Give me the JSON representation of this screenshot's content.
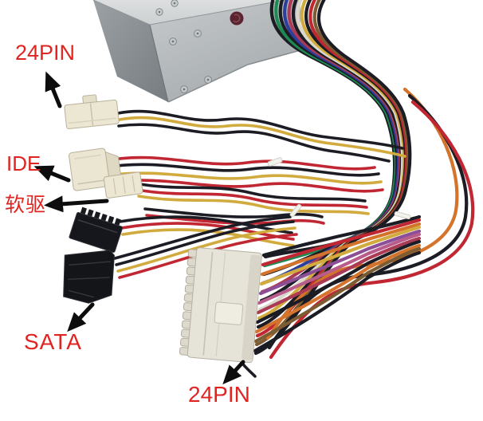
{
  "scene": {
    "description": "Photograph of a gray ATX power supply unit seen from a low front-left angle. A harness of multicolored wires flows from the top right down to several cable connectors, each annotated with a red label and a black arrow.",
    "background_color": "#ffffff"
  },
  "annotations": {
    "label_color": "#e02421",
    "arrow_color": "#0d0d0d",
    "labels": [
      {
        "id": "pin24-top",
        "text": "24PIN",
        "points_to": "small white 4-pin connector"
      },
      {
        "id": "ide",
        "text": "IDE",
        "points_to": "white molex IDE connector"
      },
      {
        "id": "floppy",
        "text": "软驱",
        "points_to": "small white floppy connector"
      },
      {
        "id": "sata",
        "text": "SATA",
        "points_to": "black SATA power connectors"
      },
      {
        "id": "pin24-bottom",
        "text": "24PIN",
        "points_to": "large white 24-pin ATX connector"
      }
    ]
  },
  "psu": {
    "top_face_color": "#d6d8d9",
    "front_face_color": "#b2b7b9",
    "side_face_color": "#868c8f",
    "sticker_color": "#5a2430",
    "screw_count_visible": 6
  },
  "connectors": [
    {
      "name": "aux-4pin-connector",
      "color": "#ece7d3"
    },
    {
      "name": "ide-molex-connector",
      "color": "#ebe6d1"
    },
    {
      "name": "floppy-connector",
      "color": "#ece7d3"
    },
    {
      "name": "sata-connector-1",
      "color": "#16171c"
    },
    {
      "name": "sata-connector-2",
      "color": "#141519"
    },
    {
      "name": "atx-24pin-connector",
      "color": "#e6e3d8"
    }
  ],
  "wire_palette": {
    "black": "#1c1d24",
    "red": "#c12732",
    "crimson": "#ab3a55",
    "yellow": "#d2ab3e",
    "orange": "#d4742c",
    "green": "#1e8a52",
    "blue": "#2b3f9d",
    "white": "#dbd8cd",
    "purple": "#8c4f97",
    "pink": "#b85c8c",
    "brown": "#7c5c33"
  }
}
